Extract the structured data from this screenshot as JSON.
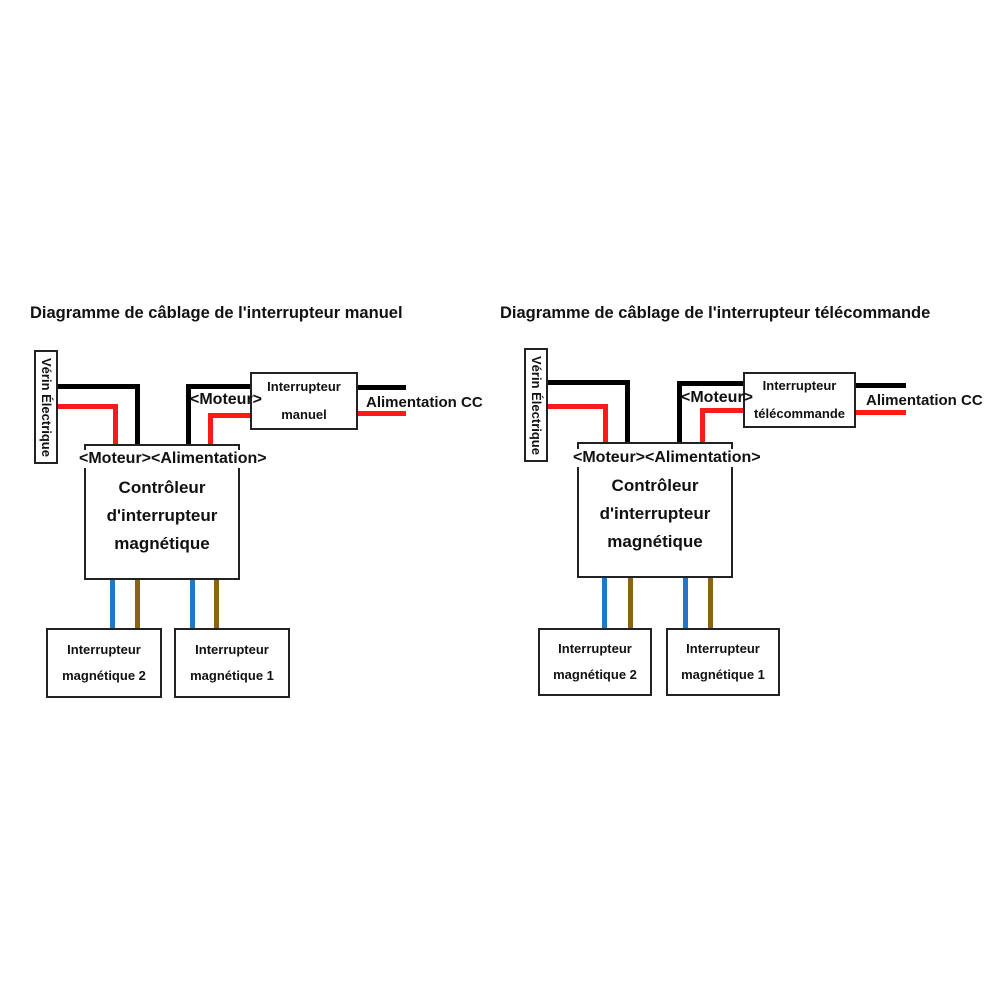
{
  "left": {
    "title": "Diagramme de câblage de l'interrupteur manuel",
    "actuator": "Vérin Électrique",
    "motor_tag": "<Moteur>",
    "top_tags": "<Moteur><Alimentation>",
    "controller": [
      "Contrôleur",
      "d'interrupteur",
      "magnétique"
    ],
    "switch": [
      "Interrupteur",
      "manuel"
    ],
    "power": "Alimentation CC",
    "sensor2": [
      "Interrupteur",
      "magnétique 2"
    ],
    "sensor1": [
      "Interrupteur",
      "magnétique 1"
    ]
  },
  "right": {
    "title": "Diagramme de câblage de l'interrupteur télécommande",
    "actuator": "Vérin Électrique",
    "motor_tag": "<Moteur>",
    "top_tags": "<Moteur><Alimentation>",
    "controller": [
      "Contrôleur",
      "d'interrupteur",
      "magnétique"
    ],
    "switch": [
      "Interrupteur",
      "télécommande"
    ],
    "power": "Alimentation CC",
    "sensor2": [
      "Interrupteur",
      "magnétique 2"
    ],
    "sensor1": [
      "Interrupteur",
      "magnétique 1"
    ]
  },
  "colors": {
    "black_wire": "#000000",
    "red_wire": "#ff1a1a",
    "blue_wire": "#1f78c8",
    "brown_wire": "#8a6410"
  }
}
